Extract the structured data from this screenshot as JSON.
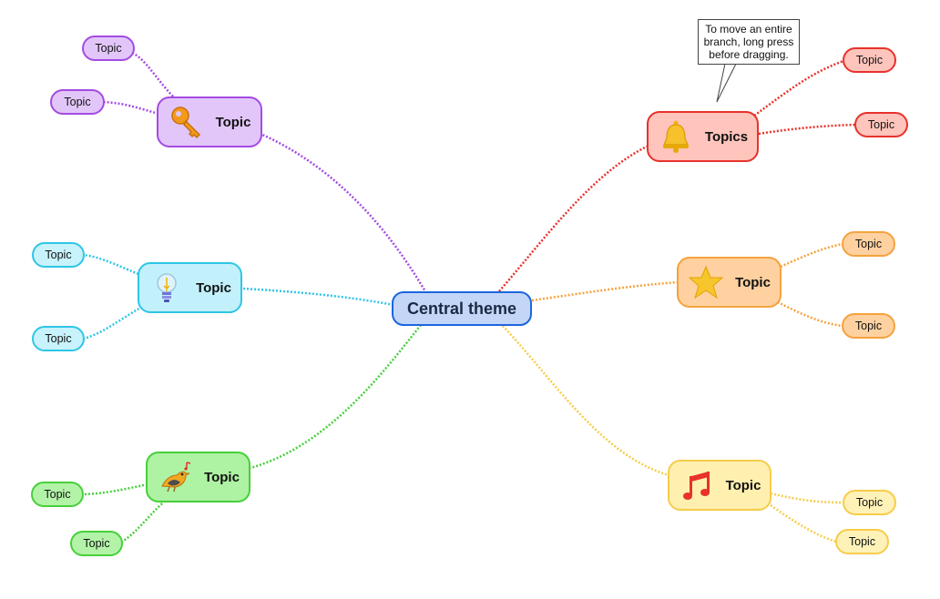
{
  "central": {
    "label": "Central theme"
  },
  "tooltip": {
    "text": "To move an entire branch, long press before dragging."
  },
  "branches": {
    "key": {
      "label": "Topic",
      "color": "#a44be3",
      "icon": "key-icon",
      "subs": [
        "Topic",
        "Topic"
      ]
    },
    "bulb": {
      "label": "Topic",
      "color": "#2ec6e6",
      "icon": "lightbulb-icon",
      "subs": [
        "Topic",
        "Topic"
      ]
    },
    "bird": {
      "label": "Topic",
      "color": "#46d03a",
      "icon": "songbird-icon",
      "subs": [
        "Topic",
        "Topic"
      ]
    },
    "bell": {
      "label": "Topics",
      "color": "#e8322b",
      "icon": "bell-icon",
      "subs": [
        "Topic",
        "Topic"
      ]
    },
    "star": {
      "label": "Topic",
      "color": "#f5a23d",
      "icon": "star-icon",
      "subs": [
        "Topic",
        "Topic"
      ]
    },
    "music": {
      "label": "Topic",
      "color": "#f7cc4a",
      "icon": "music-note-icon",
      "subs": [
        "Topic",
        "Topic"
      ]
    }
  }
}
